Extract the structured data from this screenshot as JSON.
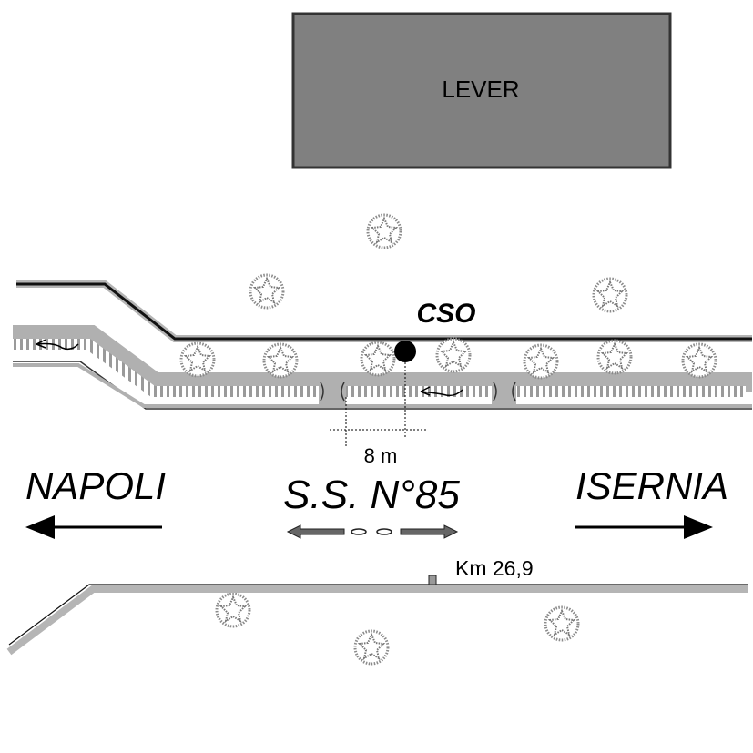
{
  "building": {
    "label": "LEVER",
    "fill": "#808080"
  },
  "station": {
    "label": "CSO"
  },
  "distance": {
    "label": "8 m"
  },
  "directions": {
    "west": "NAPOLI",
    "east": "ISERNIA"
  },
  "road": {
    "name": "S.S.  N°85"
  },
  "marker": {
    "label": "Km 26,9"
  },
  "colors": {
    "road_edge": "#b3b3b3",
    "tree": "#7a7a7a"
  }
}
